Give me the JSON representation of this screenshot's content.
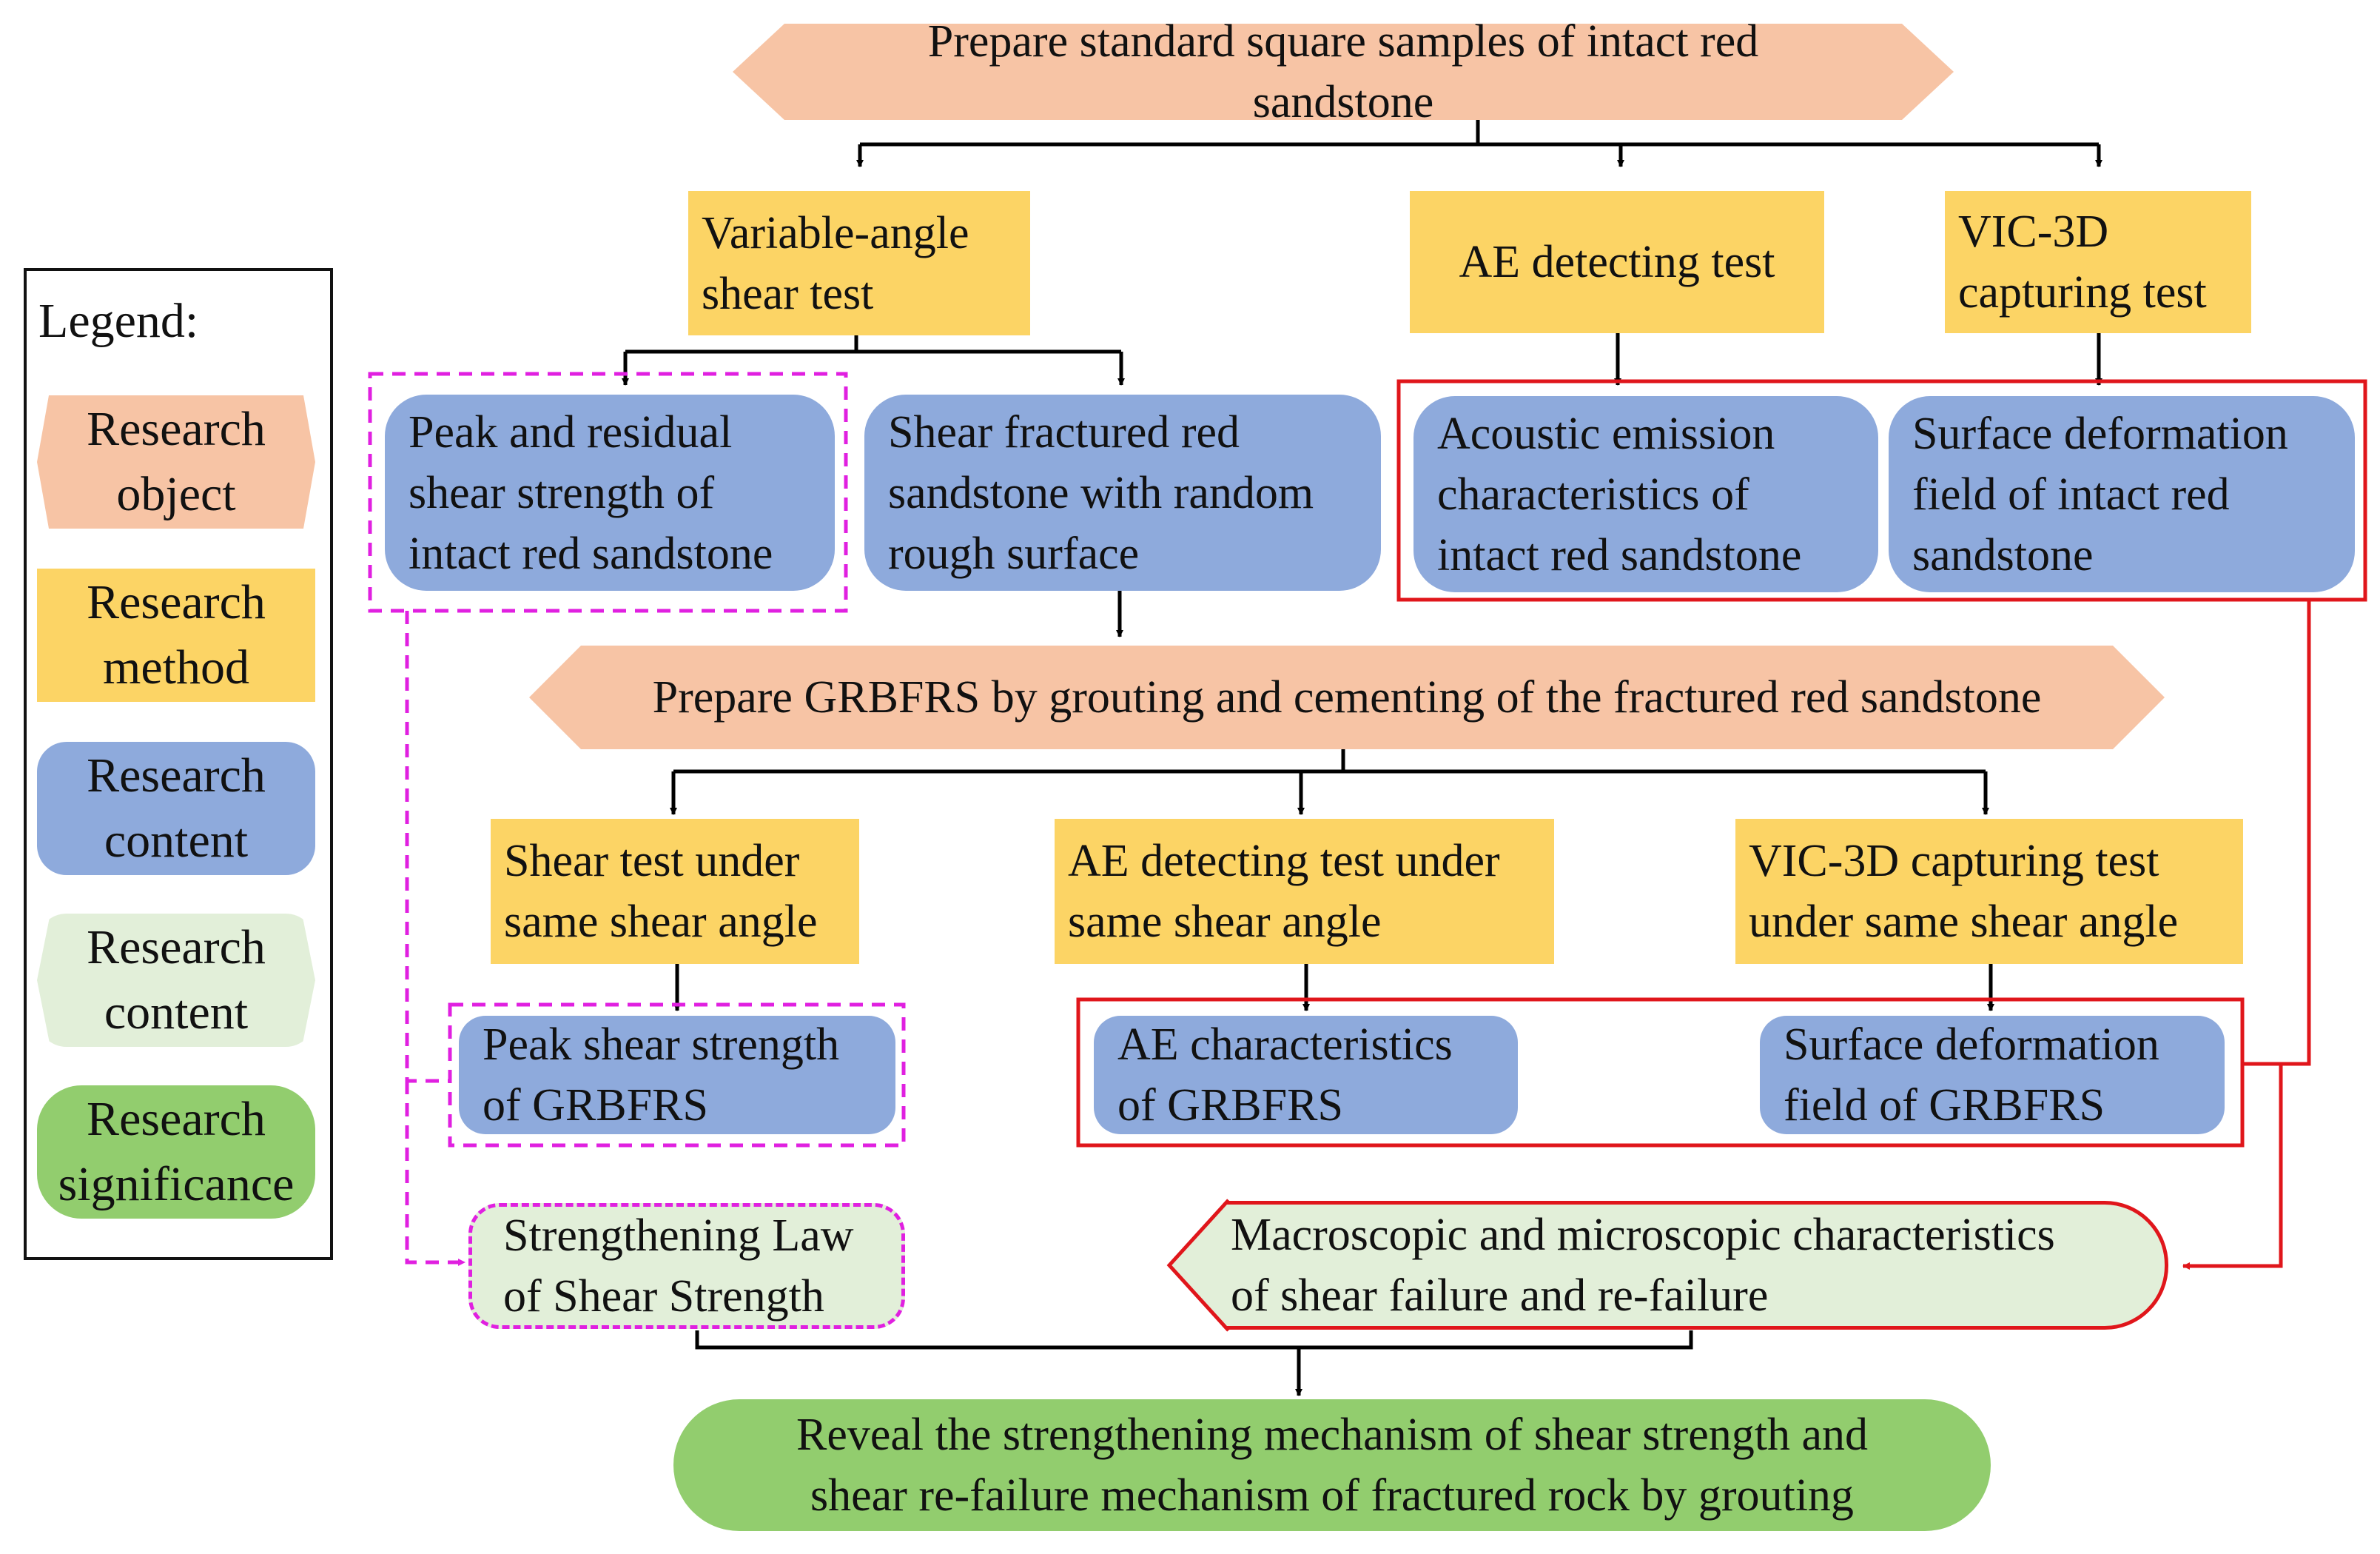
{
  "legend": {
    "title": "Legend:",
    "items": [
      {
        "label": "Research\nobject"
      },
      {
        "label": "Research\nmethod"
      },
      {
        "label": "Research\ncontent"
      },
      {
        "label": "Research\ncontent"
      },
      {
        "label": "Research\nsignificance"
      }
    ]
  },
  "nodes": {
    "prepare_samples": "Prepare standard square samples of intact red sandstone",
    "variable_angle_test": "Variable-angle\nshear test",
    "ae_test": "AE detecting test",
    "vic_test": "VIC-3D\ncapturing test",
    "peak_residual": "Peak and residual\nshear strength of\nintact red sandstone",
    "shear_fractured": "Shear fractured red\nsandstone  with random\nrough surface",
    "acoustic_emission": "Acoustic emission\ncharacteristics of\nintact red sandstone",
    "surface_deformation_intact": "Surface deformation\nfield of intact red\nsandstone",
    "prepare_grbfrs": "Prepare GRBFRS by grouting and cementing of the fractured red sandstone",
    "shear_same_angle": "Shear test under\nsame shear angle",
    "ae_same_angle": "AE detecting test under\nsame shear angle",
    "vic_same_angle": "VIC-3D capturing test\nunder  same shear angle",
    "peak_grbfrs": "Peak shear strength\nof GRBFRS",
    "ae_grbfrs": "AE characteristics\nof GRBFRS",
    "surface_grbfrs": "Surface deformation\nfield of GRBFRS",
    "strengthening_law": "Strengthening Law\nof Shear Strength",
    "macro_micro": "Macroscopic and microscopic characteristics\nof shear failure and re-failure",
    "reveal": "Reveal the strengthening mechanism of shear strength and\nshear re-failure mechanism of fractured rock by grouting"
  },
  "colors": {
    "object": "#f7c4a5",
    "method": "#fcd465",
    "content": "#8eaadc",
    "content_light": "#e2efd9",
    "significance": "#92cd6e",
    "red_frame": "#e0161b",
    "magenta_frame": "#e020e0"
  }
}
